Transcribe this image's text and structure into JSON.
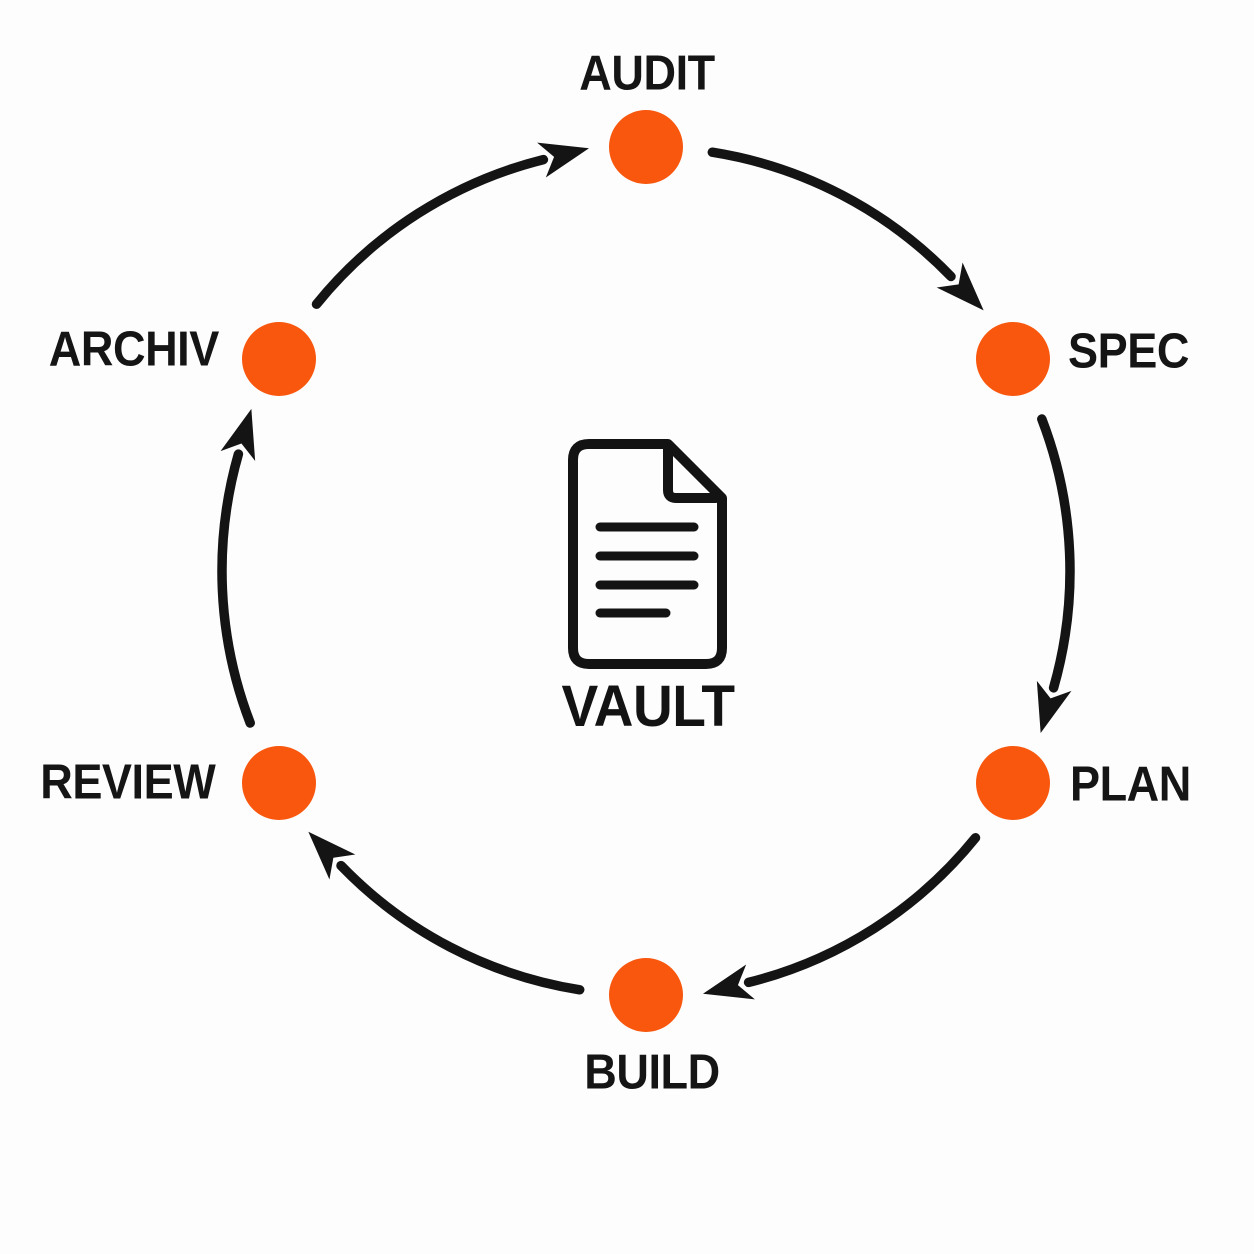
{
  "diagram": {
    "type": "cycle",
    "direction": "clockwise",
    "nodes": [
      {
        "label": "AUDIT",
        "position": "top"
      },
      {
        "label": "SPEC",
        "position": "upper-right"
      },
      {
        "label": "PLAN",
        "position": "lower-right"
      },
      {
        "label": "BUILD",
        "position": "bottom"
      },
      {
        "label": "REVIEW",
        "position": "lower-left"
      },
      {
        "label": "ARCHIV",
        "position": "upper-left"
      }
    ],
    "flow_order": [
      "AUDIT",
      "SPEC",
      "PLAN",
      "BUILD",
      "REVIEW",
      "ARCHIV"
    ],
    "center": {
      "icon": "document-icon",
      "label": "VAULT"
    },
    "colors": {
      "node_fill": "#f8570d",
      "arrow": "#141414",
      "text": "#151515",
      "background": "#fdfdfd"
    }
  }
}
